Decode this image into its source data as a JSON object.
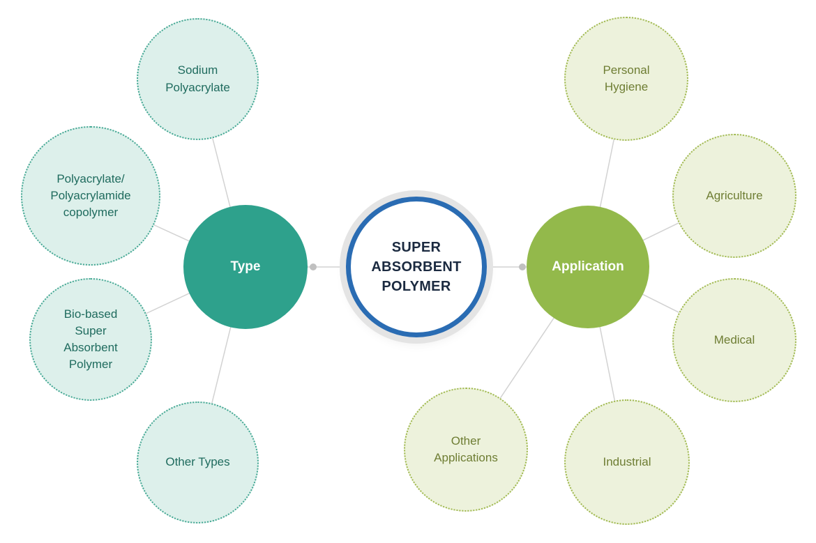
{
  "center": {
    "title": "SUPER ABSORBENT POLYMER"
  },
  "hubs": {
    "type": {
      "label": "Type",
      "color": "#2EA18C"
    },
    "application": {
      "label": "Application",
      "color": "#93B94B"
    }
  },
  "type_nodes": [
    {
      "label": "Sodium Polyacrylate"
    },
    {
      "label": "Polyacrylate/ Polyacrylamide copolymer"
    },
    {
      "label": "Bio-based Super Absorbent Polymer"
    },
    {
      "label": "Other Types"
    }
  ],
  "application_nodes": [
    {
      "label": "Personal Hygiene"
    },
    {
      "label": "Agriculture"
    },
    {
      "label": "Medical"
    },
    {
      "label": "Industrial"
    },
    {
      "label": "Other Applications"
    }
  ],
  "colors": {
    "center_border": "#2A6CB3",
    "center_outer_ring": "#E4E4E4",
    "center_text": "#1B2A40",
    "type_hub_fill": "#2EA18C",
    "type_node_fill": "#DDF0EB",
    "type_node_border": "#43A793",
    "type_node_text": "#1F6B5E",
    "application_hub_fill": "#93B94B",
    "application_node_fill": "#EDF2DC",
    "application_node_border": "#9FB84D",
    "application_node_text": "#6E7D33",
    "connector_line": "#D2D2D2"
  }
}
